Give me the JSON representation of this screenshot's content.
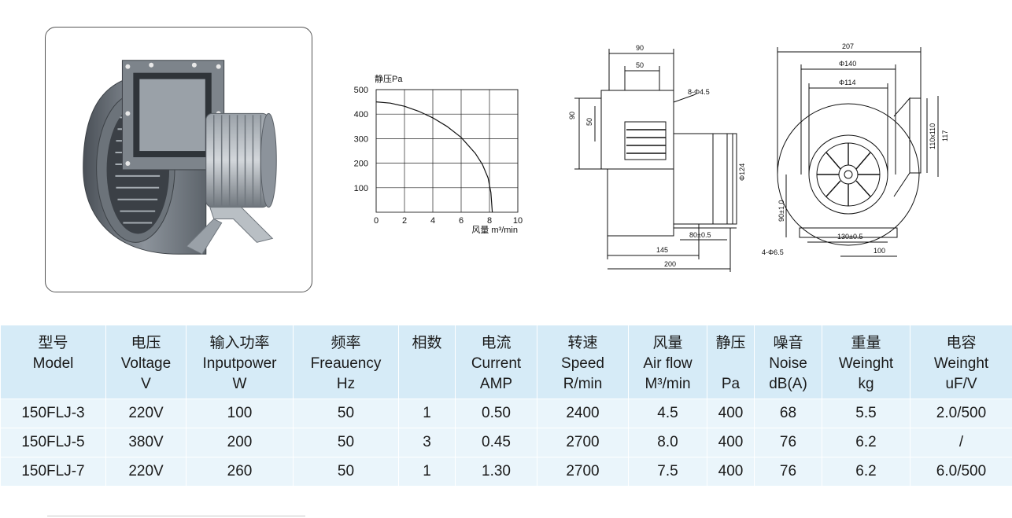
{
  "chart_data": {
    "type": "line",
    "ylabel": "静压Pa",
    "xlabel": "风量 m³/min",
    "xlim": [
      0,
      10
    ],
    "ylim": [
      0,
      500
    ],
    "x_ticks": [
      "0",
      "2",
      "4",
      "6",
      "8",
      "10"
    ],
    "y_ticks": [
      "100",
      "200",
      "300",
      "400",
      "500"
    ],
    "grid": true,
    "series": [
      {
        "x": [
          0,
          1,
          2,
          3,
          4,
          5,
          6,
          7,
          7.5,
          7.9,
          8.1,
          8.2
        ],
        "y": [
          450,
          445,
          432,
          412,
          385,
          350,
          305,
          240,
          195,
          140,
          80,
          0
        ]
      }
    ]
  },
  "drawing": {
    "side_view": {
      "dims": [
        "90",
        "50",
        "8-Φ4.5",
        "90",
        "50",
        "Φ124",
        "80±0.5",
        "145",
        "200"
      ]
    },
    "front_view": {
      "dims": [
        "207",
        "Φ140",
        "Φ114",
        "110x110",
        "117",
        "90±1.0",
        "130±0.5",
        "4-Φ6.5",
        "100"
      ]
    }
  },
  "table": {
    "headers": [
      [
        "型号",
        "Model",
        ""
      ],
      [
        "电压",
        "Voltage",
        "V"
      ],
      [
        "输入功率",
        "Inputpower",
        "W"
      ],
      [
        "频率",
        "Freauency",
        "Hz"
      ],
      [
        "相数",
        "",
        ""
      ],
      [
        "电流",
        "Current",
        "AMP"
      ],
      [
        "转速",
        "Speed",
        "R/min"
      ],
      [
        "风量",
        "Air flow",
        "M³/min"
      ],
      [
        "静压",
        "",
        "Pa"
      ],
      [
        "噪音",
        "Noise",
        "dB(A)"
      ],
      [
        "重量",
        "Weinght",
        "kg"
      ],
      [
        "电容",
        "Weinght",
        "uF/V"
      ]
    ],
    "rows": [
      [
        "150FLJ-3",
        "220V",
        "100",
        "50",
        "1",
        "0.50",
        "2400",
        "4.5",
        "400",
        "68",
        "5.5",
        "2.0/500"
      ],
      [
        "150FLJ-5",
        "380V",
        "200",
        "50",
        "3",
        "0.45",
        "2700",
        "8.0",
        "400",
        "76",
        "6.2",
        "/"
      ],
      [
        "150FLJ-7",
        "220V",
        "260",
        "50",
        "1",
        "1.30",
        "2700",
        "7.5",
        "400",
        "76",
        "6.2",
        "6.0/500"
      ]
    ]
  }
}
